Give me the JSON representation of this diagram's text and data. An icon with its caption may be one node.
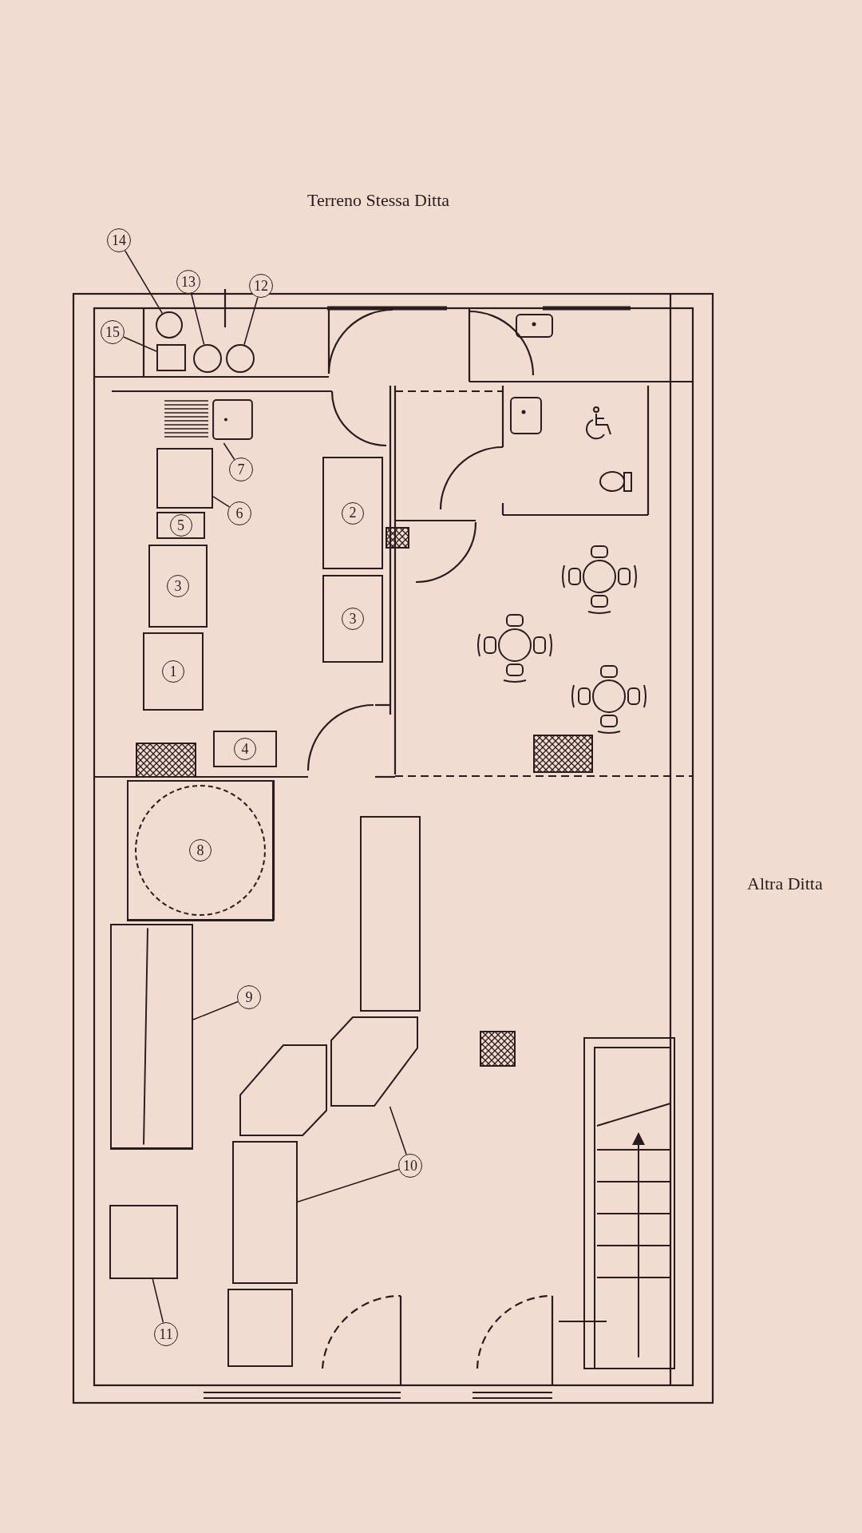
{
  "diagram": {
    "nodes": [
      {
        "text": [
          "14"
        ]
      },
      {
        "text": [],
        "shape": "circle"
      },
      {
        "text": [
          "13"
        ]
      },
      {
        "text": [],
        "shape": "circle"
      },
      {
        "text": [
          "12"
        ]
      },
      {
        "text": [],
        "shape": "circle"
      },
      {
        "text": [
          "15"
        ]
      },
      {
        "text": [],
        "shape": "box"
      },
      {
        "text": [
          "7"
        ]
      },
      {
        "text": [],
        "shape": "box"
      },
      {
        "text": [
          "6"
        ]
      },
      {
        "text": [],
        "shape": "box"
      },
      {
        "text": [
          "5"
        ]
      },
      {
        "text": [
          "2"
        ]
      },
      {
        "text": [
          "3"
        ]
      },
      {
        "text": [
          "3"
        ]
      },
      {
        "text": [
          "1"
        ]
      },
      {
        "text": [
          "4"
        ]
      },
      {
        "text": [
          "8"
        ]
      },
      {
        "text": [
          "9"
        ]
      },
      {
        "text": [],
        "shape": "box"
      },
      {
        "text": [
          "10"
        ]
      },
      {
        "text": [],
        "shape": "box"
      },
      {
        "text": [],
        "shape": "box"
      },
      {
        "text": [
          "11"
        ]
      },
      {
        "text": [],
        "shape": "box"
      },
      {
        "text": [],
        "shape": "box"
      },
      {
        "text": [],
        "shape": "box"
      },
      {
        "text": [],
        "shape": "box"
      }
    ],
    "edges": [
      {
        "from": 0,
        "to": 1,
        "arrow": "none"
      },
      {
        "from": 2,
        "to": 3,
        "arrow": "none"
      },
      {
        "from": 4,
        "to": 5,
        "arrow": "none"
      },
      {
        "from": 6,
        "to": 7,
        "arrow": "none"
      },
      {
        "from": 8,
        "to": 9,
        "arrow": "none"
      },
      {
        "from": 10,
        "to": 11,
        "arrow": "none"
      },
      {
        "from": 19,
        "to": 20,
        "arrow": "none"
      },
      {
        "from": 21,
        "to": 22,
        "arrow": "none"
      },
      {
        "from": 21,
        "to": 23,
        "arrow": "none"
      },
      {
        "from": 24,
        "to": 25,
        "arrow": "none"
      }
    ],
    "labels": [
      "Terreno Stessa Ditta",
      "Altra Ditta"
    ]
  }
}
